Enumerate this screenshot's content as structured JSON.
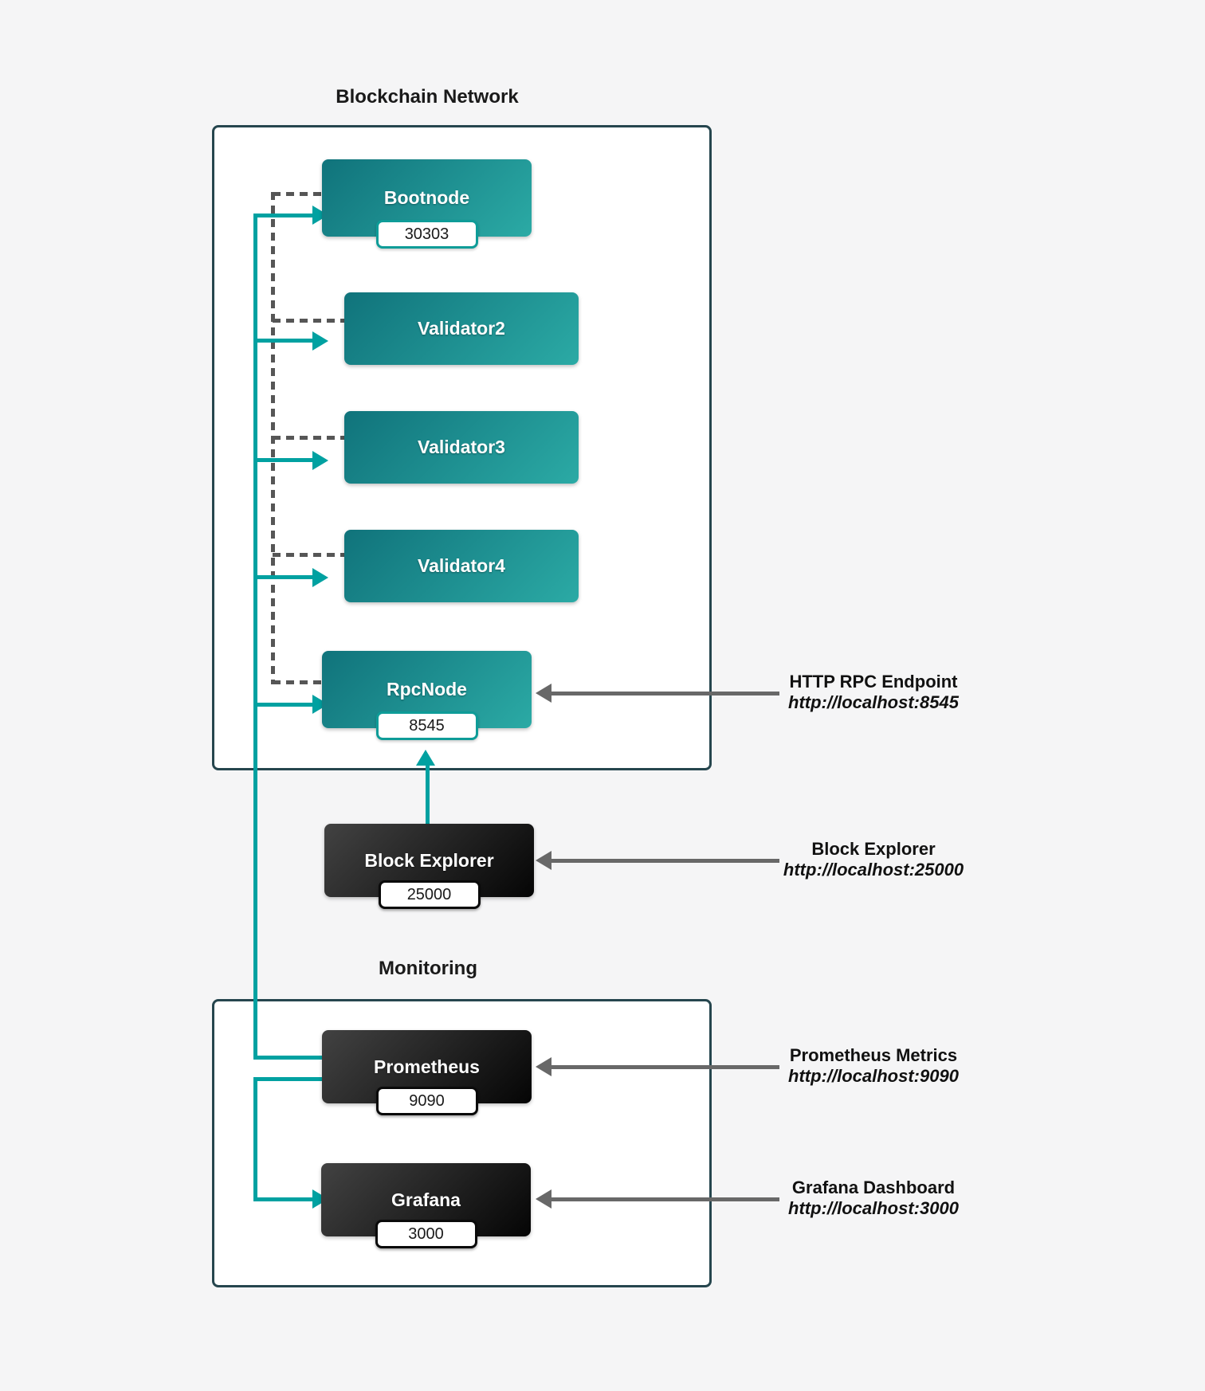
{
  "diagram": {
    "sections": {
      "blockchain": {
        "title": "Blockchain Network"
      },
      "monitoring": {
        "title": "Monitoring"
      }
    },
    "nodes": {
      "bootnode": {
        "label": "Bootnode",
        "port": "30303"
      },
      "validator2": {
        "label": "Validator2"
      },
      "validator3": {
        "label": "Validator3"
      },
      "validator4": {
        "label": "Validator4"
      },
      "rpcnode": {
        "label": "RpcNode",
        "port": "8545"
      },
      "block_explorer": {
        "label": "Block Explorer",
        "port": "25000"
      },
      "prometheus": {
        "label": "Prometheus",
        "port": "9090"
      },
      "grafana": {
        "label": "Grafana",
        "port": "3000"
      }
    },
    "annotations": {
      "rpc": {
        "title": "HTTP RPC Endpoint",
        "url": "http://localhost:8545"
      },
      "explorer": {
        "title": "Block Explorer",
        "url": "http://localhost:25000"
      },
      "prometheus": {
        "title": "Prometheus Metrics",
        "url": "http://localhost:9090"
      },
      "grafana": {
        "title": "Grafana Dashboard",
        "url": "http://localhost:3000"
      }
    }
  },
  "colors": {
    "background": "#f5f5f6",
    "container-border": "#26464e",
    "teal-line": "#00a1a1",
    "dashed-line": "#565656",
    "gray-arrow": "#686868",
    "teal-box-start": "#10737b",
    "teal-box-end": "#2baaa5",
    "dark-box-start": "#424242",
    "dark-box-end": "#050505",
    "badge-border-teal": "#0e9c98",
    "badge-border-dark": "#0a0a0a",
    "text": "#111111"
  }
}
